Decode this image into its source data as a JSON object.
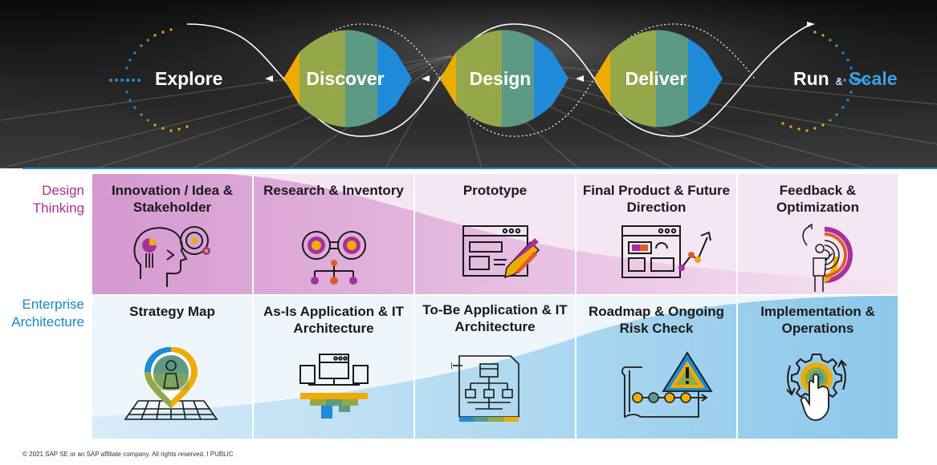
{
  "banner": {
    "phases": [
      "Explore",
      "Discover",
      "Design",
      "Deliver"
    ],
    "run_label": "Run",
    "amp": "&",
    "scale_label": "Scale"
  },
  "rows": {
    "design_thinking": "Design Thinking",
    "enterprise_architecture": "Enterprise Architecture"
  },
  "cells": {
    "design_thinking": [
      {
        "title": "Innovation / Idea & Stakeholder",
        "icon": "head-idea-icon"
      },
      {
        "title": "Research & Inventory",
        "icon": "binoculars-icon"
      },
      {
        "title": "Prototype",
        "icon": "wireframe-pencil-icon"
      },
      {
        "title": "Final Product & Future Direction",
        "icon": "dashboard-growth-icon"
      },
      {
        "title": "Feedback & Optimization",
        "icon": "person-feedback-icon"
      }
    ],
    "enterprise_architecture": [
      {
        "title": "Strategy Map",
        "icon": "map-pin-icon"
      },
      {
        "title": "As-Is Application & IT Architecture",
        "icon": "server-architecture-icon"
      },
      {
        "title": "To-Be Application & IT Architecture",
        "icon": "architecture-blueprint-icon"
      },
      {
        "title": "Roadmap & Ongoing Risk Check",
        "icon": "roadmap-warning-icon"
      },
      {
        "title": "Implementation & Operations",
        "icon": "gear-touch-icon"
      }
    ]
  },
  "colors": {
    "orange": "#f0ab00",
    "olive": "#94a84a",
    "teal": "#5d9a86",
    "blue": "#1f8ad8",
    "magenta": "#a7309a",
    "light_blue": "#1b86c7"
  },
  "footer": "© 2021 SAP SE or an SAP affiliate company. All rights reserved.  ǀ  PUBLIC"
}
